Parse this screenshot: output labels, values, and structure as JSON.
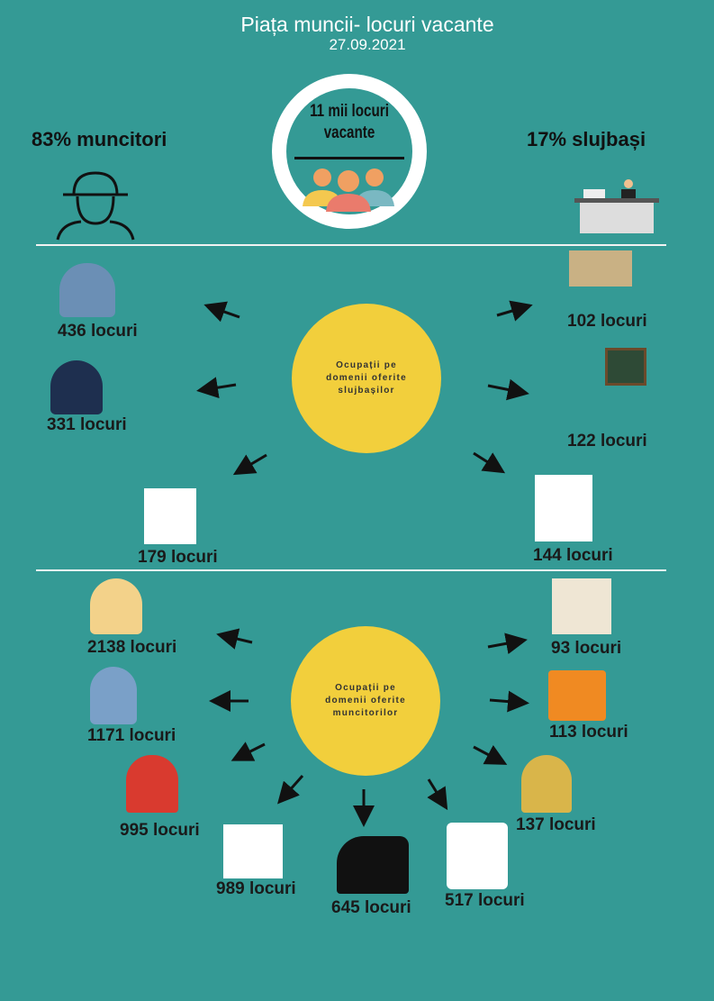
{
  "title": "Piața muncii- locuri vacante",
  "date": "27.09.2021",
  "center": {
    "line1": "11 mii locuri",
    "line2": "vacante"
  },
  "workers_pct": "83%  muncitori",
  "clerks_pct": "17% slujbași",
  "clerks_circle": {
    "l1": "Ocupații pe",
    "l2": "domenii oferite",
    "l3": "slujbașilor"
  },
  "workers_circle": {
    "l1": "Ocupații pe",
    "l2": "domenii oferite",
    "l3": "muncitorilor"
  },
  "clerk_jobs": [
    "436 locuri",
    "331 locuri",
    "179 locuri",
    "102 locuri",
    "122 locuri",
    "144 locuri"
  ],
  "worker_jobs": [
    "2138 locuri",
    "1171 locuri",
    "995 locuri",
    "989 locuri",
    "645 locuri",
    "517 locuri",
    "93 locuri",
    "113 locuri",
    "137 locuri"
  ],
  "colors": {
    "background": "#349a95",
    "circle": "#f2cf3c"
  }
}
